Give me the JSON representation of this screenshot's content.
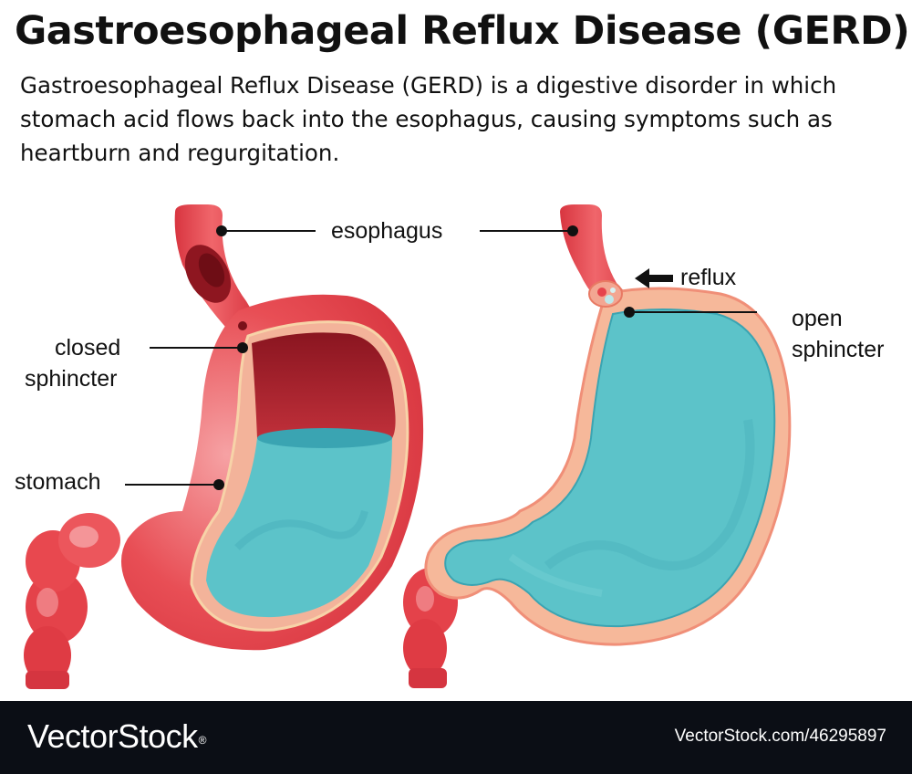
{
  "title": "Gastroesophageal Reflux Disease (GERD)",
  "description": "Gastroesophageal Reflux Disease (GERD) is a digestive disorder in which stomach acid flows back into the esophagus, causing symptoms such as heartburn and regurgitation.",
  "labels": {
    "esophagus": "esophagus",
    "closed_sphincter_1": "closed",
    "closed_sphincter_2": "sphincter",
    "stomach": "stomach",
    "reflux": "reflux",
    "open_sphincter_1": "open",
    "open_sphincter_2": "sphincter"
  },
  "footer": {
    "logo": "VectorStock",
    "logo_mark": "®",
    "url": "VectorStock.com/46295897"
  },
  "colors": {
    "stomach_wall": "#e8424c",
    "stomach_light": "#f29a9c",
    "cavity": "#9e1a24",
    "acid": "#5cc3c9",
    "acid_dark": "#3aa4b2",
    "lining": "#f6b89a",
    "footer_bg": "#0b0e15"
  }
}
